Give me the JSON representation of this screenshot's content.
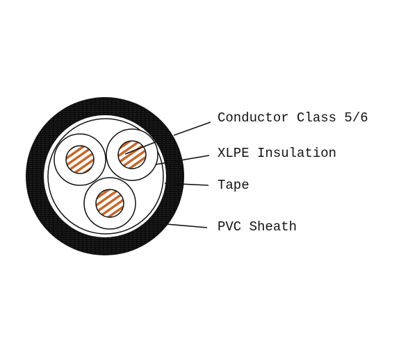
{
  "labels": {
    "conductor": "Conductor Class 5/6",
    "insulation": "XLPE Insulation",
    "tape": "Tape",
    "sheath": "PVC Sheath"
  },
  "colors": {
    "sheath": "#0d0d0d",
    "conductor_stripe": "#c8662a"
  }
}
